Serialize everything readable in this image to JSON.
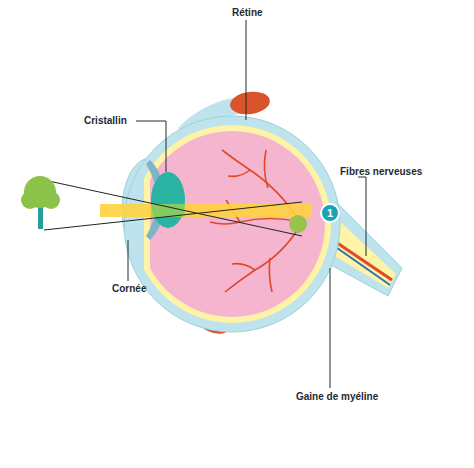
{
  "diagram": {
    "nodes": [
      {
        "text": [
          "1"
        ]
      }
    ],
    "labels": [
      "Rétine",
      "Cristallin",
      "Fibres nerveuses",
      "Cornée",
      "Gaine de myéline"
    ]
  }
}
